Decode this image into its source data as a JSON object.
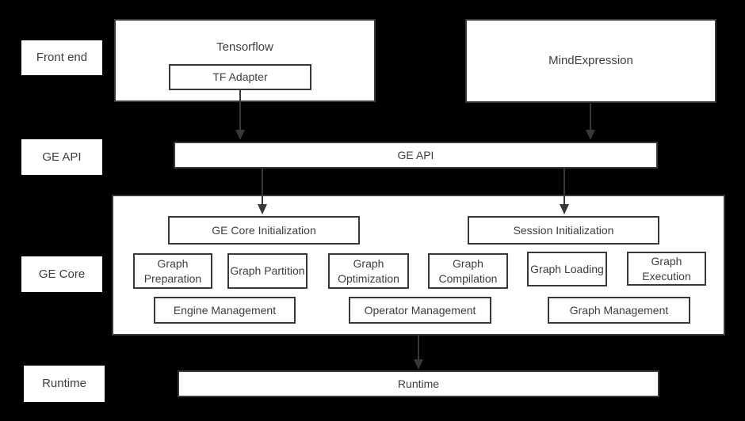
{
  "colors": {
    "background": "#000000",
    "box_fill": "#ffffff",
    "border": "#383838",
    "text": "#3d3d3d"
  },
  "sidebar": {
    "labels": [
      "Front end",
      "GE API",
      "GE Core",
      "Runtime"
    ]
  },
  "frontend": {
    "tensorflow": "Tensorflow",
    "tf_adapter": "TF Adapter",
    "mindexpression": "MindExpression"
  },
  "ge_api": {
    "label": "GE API"
  },
  "ge_core": {
    "init_boxes": [
      "GE Core Initialization",
      "Session Initialization"
    ],
    "function_boxes": [
      "Graph Preparation",
      "Graph Partition",
      "Graph Optimization",
      "Graph Compilation",
      "Graph Loading",
      "Graph Execution"
    ],
    "management_boxes": [
      "Engine Management",
      "Operator Management",
      "Graph Management"
    ]
  },
  "runtime": {
    "label": "Runtime"
  }
}
